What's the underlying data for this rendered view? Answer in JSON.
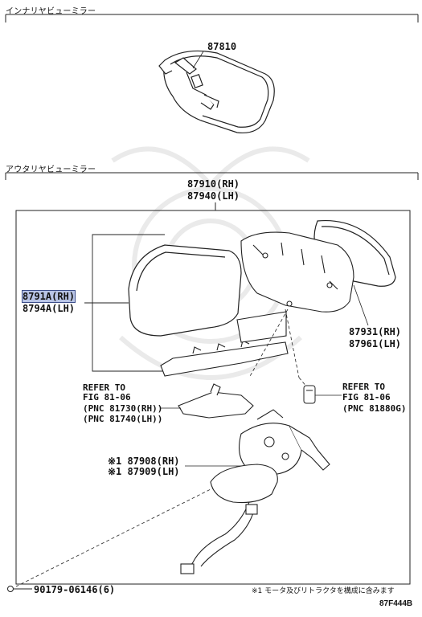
{
  "sections": {
    "inner_mirror_title": "インナリヤビューミラー",
    "outer_mirror_title": "アウタリヤビューミラー"
  },
  "parts": {
    "inner_mirror": "87810",
    "outer_assy_rh": "87910(RH)",
    "outer_assy_lh": "87940(LH)",
    "cover_rh": "8791A(RH)",
    "cover_lh": "8794A(LH)",
    "mirror_rh": "87931(RH)",
    "mirror_lh": "87961(LH)",
    "motor_rh": "※1 87908(RH)",
    "motor_lh": "※1 87909(LH)",
    "screw": "90179-06146(6)"
  },
  "refs": {
    "left": {
      "line1": "REFER TO",
      "line2": "FIG 81-06",
      "line3": "(PNC 81730(RH))",
      "line4": "(PNC 81740(LH))"
    },
    "right": {
      "line1": "REFER TO",
      "line2": "FIG 81-06",
      "line3": "(PNC 81880G)"
    }
  },
  "footnote": "※1 モータ及びリトラクタを構成に含みます",
  "figure_code": "87F444B",
  "colors": {
    "highlight": "#b8c4e6",
    "line": "#222222"
  }
}
